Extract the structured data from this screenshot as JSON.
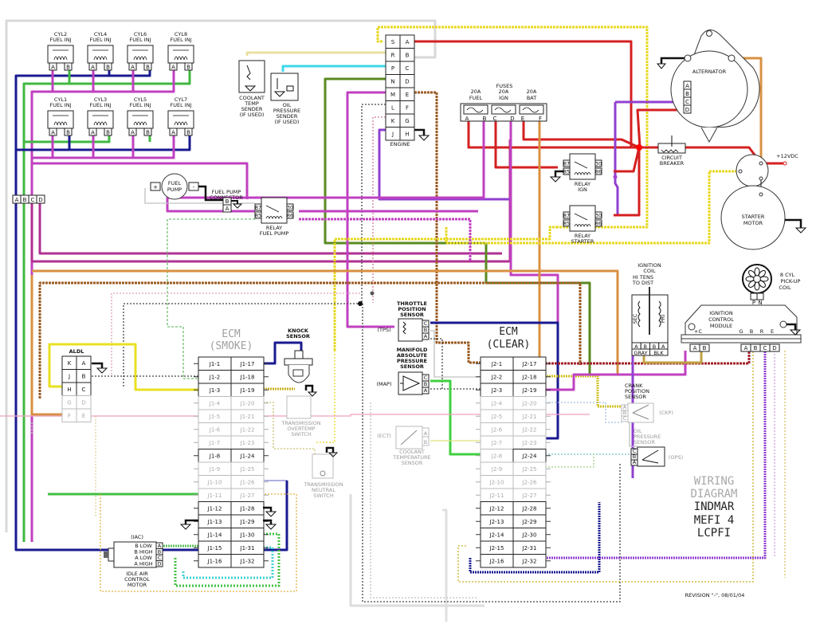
{
  "title": {
    "line1": "WIRING",
    "line2": "DIAGRAM",
    "line3": "INDMAR",
    "line4": "MEFI 4",
    "line5": "LCPFI"
  },
  "revision": "REVISION \"-\", 08/01/04",
  "injectors": {
    "top": [
      {
        "name": "CYL2",
        "sub": "FUEL INJ"
      },
      {
        "name": "CYL4",
        "sub": "FUEL INJ"
      },
      {
        "name": "CYL6",
        "sub": "FUEL INJ"
      },
      {
        "name": "CYL8",
        "sub": "FUEL INJ"
      }
    ],
    "bottom": [
      {
        "name": "CYL1",
        "sub": "FUEL INJ"
      },
      {
        "name": "CYL3",
        "sub": "FUEL INJ"
      },
      {
        "name": "CYL5",
        "sub": "FUEL INJ"
      },
      {
        "name": "CYL7",
        "sub": "FUEL INJ"
      }
    ],
    "pins": [
      "A",
      "B"
    ]
  },
  "injector_connector": {
    "pins": [
      "A",
      "B",
      "C",
      "D"
    ]
  },
  "coolant_temp_sender": {
    "l1": "COOLANT",
    "l2": "TEMP",
    "l3": "SENDER",
    "l4": "(IF USED)"
  },
  "oil_pressure_sender": {
    "l1": "OIL",
    "l2": "PRESSURE",
    "l3": "SENDER",
    "l4": "(IF USED)"
  },
  "engine_connector": {
    "label": "ENGINE",
    "left": [
      "S",
      "R",
      "P",
      "N",
      "M",
      "L",
      "K",
      "J"
    ],
    "right": [
      "A",
      "B",
      "C",
      "D",
      "E",
      "F",
      "G",
      "H"
    ]
  },
  "fuses": {
    "title": "FUSES",
    "items": [
      {
        "rating": "20A",
        "name": "FUEL",
        "pins": [
          "A",
          "B"
        ]
      },
      {
        "rating": "20A",
        "name": "IGN",
        "pins": [
          "C",
          "D"
        ]
      },
      {
        "rating": "20A",
        "name": "BAT",
        "pins": [
          "E",
          "F"
        ]
      }
    ]
  },
  "alternator": {
    "label": "ALTERNATOR",
    "pins": [
      "A",
      "B",
      "C",
      "D"
    ]
  },
  "circuit_breaker": {
    "l1": "CIRCUIT",
    "l2": "BREAKER"
  },
  "supply": "+12VDC",
  "starter_motor": {
    "l1": "STARTER",
    "l2": "MOTOR"
  },
  "relays": {
    "ign": {
      "l1": "RELAY",
      "l2": "IGN"
    },
    "starter": {
      "l1": "RELAY",
      "l2": "STARTER"
    },
    "fuel_pump": {
      "l1": "RELAY",
      "l2": "FUEL PUMP"
    },
    "pins": [
      "87",
      "85",
      "30",
      "86"
    ]
  },
  "fuel_pump": {
    "l1": "FUEL",
    "l2": "PUMP",
    "plus": "+",
    "minus": "-"
  },
  "fuel_pump_connector": {
    "l1": "FUEL PUMP",
    "l2": "CONNECTOR",
    "pins": [
      "B",
      "A"
    ]
  },
  "ignition_coil": {
    "l1": "IGNITION",
    "l2": "COIL",
    "l3": "HI TENS",
    "l4": "TO DIST",
    "sec": "SEC",
    "pri": "PRI",
    "pins": [
      "A",
      "B",
      "B",
      "A"
    ],
    "wires": [
      "GRAY",
      "BLK"
    ]
  },
  "pickup_coil": {
    "l1": "8 CYL",
    "l2": "PICK-UP",
    "l3": "COIL",
    "pins": [
      "P",
      "N"
    ]
  },
  "icm": {
    "l1": "IGNITION",
    "l2": "CONTROL",
    "l3": "MODULE",
    "terms": [
      "+C",
      "G",
      "B",
      "R",
      "E"
    ],
    "pins_left": [
      "A",
      "B"
    ],
    "pins_right": [
      "A",
      "B",
      "C",
      "D"
    ]
  },
  "aldl": {
    "label": "ALDL",
    "left": [
      "K",
      "J",
      "H",
      "G",
      "F"
    ],
    "right": [
      "A",
      "B",
      "C",
      "D",
      "E"
    ]
  },
  "ecm_smoke": {
    "l1": "ECM",
    "l2": "(SMOKE)",
    "left": [
      "J1-1",
      "J1-2",
      "J1-3",
      "J1-4",
      "J1-5",
      "J1-6",
      "J1-7",
      "J1-8",
      "J1-9",
      "J1-10",
      "J1-11",
      "J1-12",
      "J1-13",
      "J1-14",
      "J1-15",
      "J1-16"
    ],
    "right": [
      "J1-17",
      "J1-18",
      "J1-19",
      "J1-20",
      "J1-21",
      "J1-22",
      "J1-23",
      "J1-24",
      "J1-25",
      "J1-26",
      "J1-27",
      "J1-28",
      "J1-29",
      "J1-30",
      "J1-31",
      "J1-32"
    ],
    "active_left": [
      1,
      1,
      1,
      0,
      0,
      0,
      0,
      1,
      0,
      0,
      0,
      1,
      1,
      1,
      1,
      1
    ],
    "active_right": [
      1,
      1,
      1,
      0,
      0,
      0,
      0,
      1,
      0,
      0,
      0,
      1,
      1,
      1,
      1,
      1
    ]
  },
  "ecm_clear": {
    "l1": "ECM",
    "l2": "(CLEAR)",
    "left": [
      "J2-1",
      "J2-2",
      "J2-3",
      "J2-4",
      "J2-5",
      "J2-6",
      "J2-7",
      "J2-8",
      "J2-9",
      "J2-10",
      "J2-11",
      "J2-12",
      "J2-13",
      "J2-14",
      "J2-15",
      "J2-16"
    ],
    "right": [
      "J2-17",
      "J2-18",
      "J2-19",
      "J2-20",
      "J2-21",
      "J2-22",
      "J2-23",
      "J2-24",
      "J2-25",
      "J2-26",
      "J2-27",
      "J2-28",
      "J2-29",
      "J2-30",
      "J2-31",
      "J2-32"
    ],
    "active_left": [
      1,
      1,
      1,
      0,
      0,
      0,
      0,
      0,
      0,
      0,
      0,
      1,
      1,
      1,
      1,
      1
    ],
    "active_right": [
      1,
      1,
      1,
      0,
      0,
      0,
      0,
      1,
      0,
      0,
      0,
      1,
      1,
      1,
      1,
      1
    ]
  },
  "knock_sensor": {
    "l1": "KNOCK",
    "l2": "SENSOR"
  },
  "trans_overtemp": {
    "l1": "TRANSMISSION",
    "l2": "OVERTEMP",
    "l3": "SWITCH"
  },
  "trans_neutral": {
    "l1": "TRANSMISSION",
    "l2": "NEUTRAL",
    "l3": "SWITCH"
  },
  "iac": {
    "tag": "(IAC)",
    "l1": "IDLE AIR",
    "l2": "CONTROL",
    "l3": "MOTOR",
    "coils": [
      "B LOW",
      "B HIGH",
      "A LOW",
      "A HIGH"
    ],
    "pins": [
      "A",
      "B",
      "C",
      "D"
    ]
  },
  "tps": {
    "l1": "THROTTLE",
    "l2": "POSITION",
    "l3": "SENSOR",
    "tag": "(TPS)",
    "pins": [
      "C",
      "B",
      "A"
    ]
  },
  "map": {
    "l1": "MANIFOLD",
    "l2": "ABSOLUTE",
    "l3": "PRESSURE",
    "l4": "SENSOR",
    "tag": "(MAP)",
    "pins": [
      "C",
      "B",
      "A"
    ]
  },
  "ect": {
    "l1": "COOLANT",
    "l2": "TEMPERATURE",
    "l3": "SENSOR",
    "tag": "(ECT)",
    "pins": [
      "A",
      "B"
    ]
  },
  "ckp": {
    "l1": "CRANK",
    "l2": "POSITION",
    "l3": "SENSOR",
    "tag": "(CKP)",
    "pins": [
      "A",
      "B",
      "C"
    ]
  },
  "ops": {
    "l1": "OIL",
    "l2": "PRESSURE",
    "l3": "SENSOR",
    "tag": "(OPS)",
    "pins": [
      "C",
      "B",
      "A"
    ]
  },
  "colors": {
    "red": "#d42020",
    "dark_red": "#a0202a",
    "magenta": "#c040c0",
    "purple": "#9040d0",
    "blue": "#1a1a90",
    "green": "#40b840",
    "dark_green": "#5a8a20",
    "yellow": "#e8e020",
    "orange": "#d89040",
    "brown": "#9a5a20",
    "cyan": "#40d8e8",
    "tan": "#e0d090",
    "gray": "#b0b0b0",
    "pink": "#f0a0c0"
  }
}
